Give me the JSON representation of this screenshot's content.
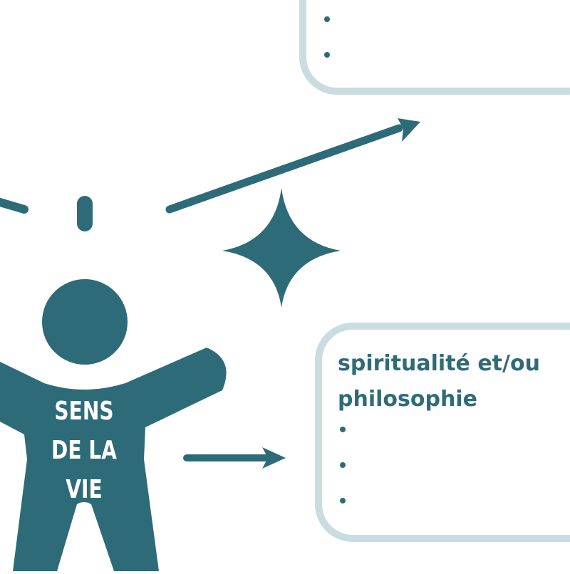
{
  "colors": {
    "primary": "#2e6b78",
    "box_border": "#c9dde0",
    "background": "#ffffff"
  },
  "figure": {
    "label_lines": [
      "SENS",
      "DE LA",
      "VIE"
    ]
  },
  "top_box": {
    "bullets": [
      "",
      ""
    ]
  },
  "bottom_box": {
    "title_lines": [
      "spiritualité et/ou",
      "philosophie"
    ],
    "bullets": [
      "",
      "",
      ""
    ]
  },
  "icons": [
    "person-icon",
    "sparkle-star-icon",
    "arrow-right-icon",
    "arrow-up-right-icon"
  ]
}
